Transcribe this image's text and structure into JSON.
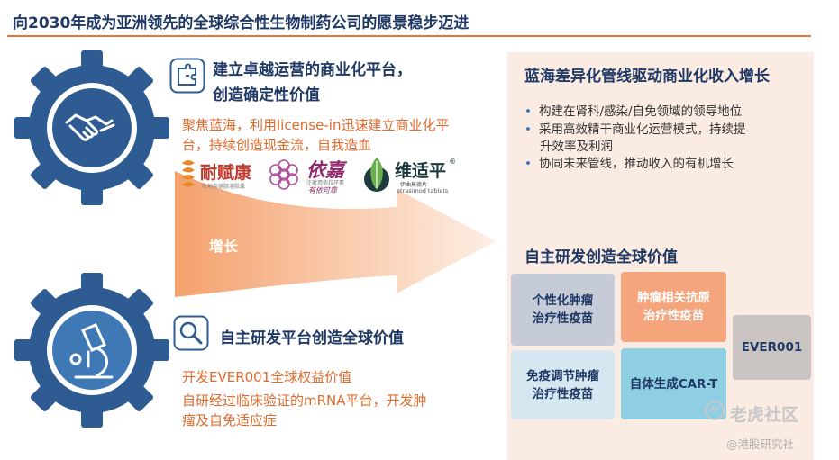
{
  "title": "向2030年成为亚洲领先的全球综合性生物制药公司的愿景稳步迈进",
  "colors": {
    "navy": "#1f3864",
    "orange": "#e06a2c",
    "gear": "#2e5c92",
    "panel": "#fbece3"
  },
  "top": {
    "icon": "puzzle-icon",
    "heading_line1": "建立卓越运营的商业化平台，",
    "heading_line2": "创造确定性价值",
    "desc_line1": "聚焦蓝海，利用license-in迅速建立商业化平",
    "desc_line2": "台，持续创造现金流，自我造血",
    "logos": [
      {
        "name": "耐赋康",
        "sub": "布地奈德肠溶胶囊"
      },
      {
        "name": "依嘉",
        "sub": "注射用依拉环素",
        "sub2": "有依可靠"
      },
      {
        "name": "维适平",
        "reg": "®",
        "sub": "伊曲莫德片",
        "sub2": "etrasimod tablets"
      }
    ]
  },
  "arrow_label": "增长",
  "bottom": {
    "icon": "search-icon",
    "heading": "自主研发平台创造全球价值",
    "line1": "开发EVER001全球权益价值",
    "line2": "自研经过临床验证的mRNA平台，开发肿",
    "line3": "瘤及自免适应症"
  },
  "panel": {
    "heading1": "蓝海差异化管线驱动商业化收入增长",
    "bullets": [
      {
        "lines": [
          "构建在肾科/感染/自免领域的领导地位"
        ]
      },
      {
        "lines": [
          "采用高效精干商业化运营模式，持续提",
          "升效率及利润"
        ]
      },
      {
        "lines": [
          "协同未来管线，推动收入的有机增长"
        ]
      }
    ],
    "heading2": "自主研发创造全球价值",
    "boxes": [
      {
        "l1": "个性化肿瘤",
        "l2": "治疗性疫苗"
      },
      {
        "l1": "肿瘤相关抗原",
        "l2": "治疗性疫苗"
      },
      {
        "l1": "免疫调节肿瘤",
        "l2": "治疗性疫苗"
      },
      {
        "l1": "自体生成CAR-T"
      },
      {
        "l1": "EVER001"
      }
    ]
  },
  "watermark": {
    "main": "老虎社区",
    "sub": "@港股研究社"
  }
}
